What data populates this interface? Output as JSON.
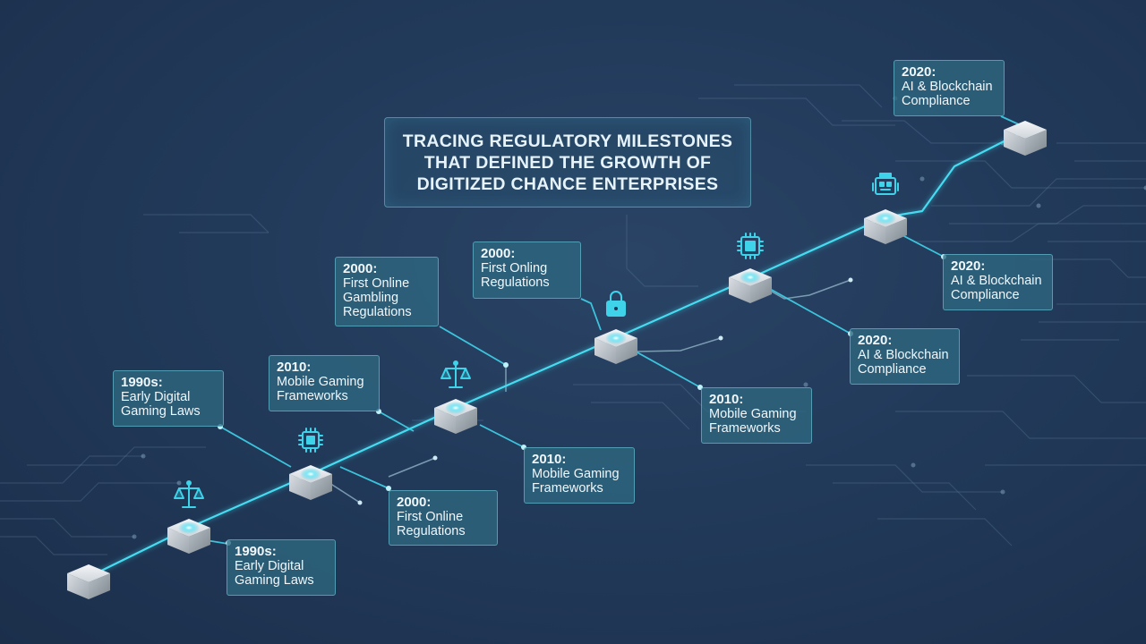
{
  "title": "TRACING REGULATORY MILESTONES\nTHAT DEFINED THE GROWTH OF\nDIGITIZED CHANCE ENTERPRISES",
  "colors": {
    "accent": "#3fd3ea",
    "background": "#223a5a",
    "label_fill": "#2e6880"
  },
  "labels": [
    {
      "year": "1990s:",
      "text": "Early Digital\nGaming Laws"
    },
    {
      "year": "1990s:",
      "text": "Early Digital\nGaming Laws"
    },
    {
      "year": "2010:",
      "text": "Mobile Gaming\nFrameworks"
    },
    {
      "year": "2000:",
      "text": "First Online\nRegulations"
    },
    {
      "year": "2000:",
      "text": "First Online\nGambling\nRegulations"
    },
    {
      "year": "2010:",
      "text": "Mobile Gaming\nFrameworks"
    },
    {
      "year": "2000:",
      "text": "First Onling\nRegulations"
    },
    {
      "year": "2010:",
      "text": "Mobile Gaming\nFrameworks"
    },
    {
      "year": "2020:",
      "text": "AI & Blockchain\nCompliance"
    },
    {
      "year": "2020:",
      "text": "AI & Blockchain\nCompliance"
    },
    {
      "year": "2020:",
      "text": "AI & Blockchain\nCompliance"
    }
  ],
  "nodes": [
    {
      "icon": "none-icon"
    },
    {
      "icon": "scales-icon"
    },
    {
      "icon": "chip-icon"
    },
    {
      "icon": "scales-icon"
    },
    {
      "icon": "padlock-icon"
    },
    {
      "icon": "chip-icon"
    },
    {
      "icon": "robot-icon"
    },
    {
      "icon": "none-icon"
    }
  ]
}
